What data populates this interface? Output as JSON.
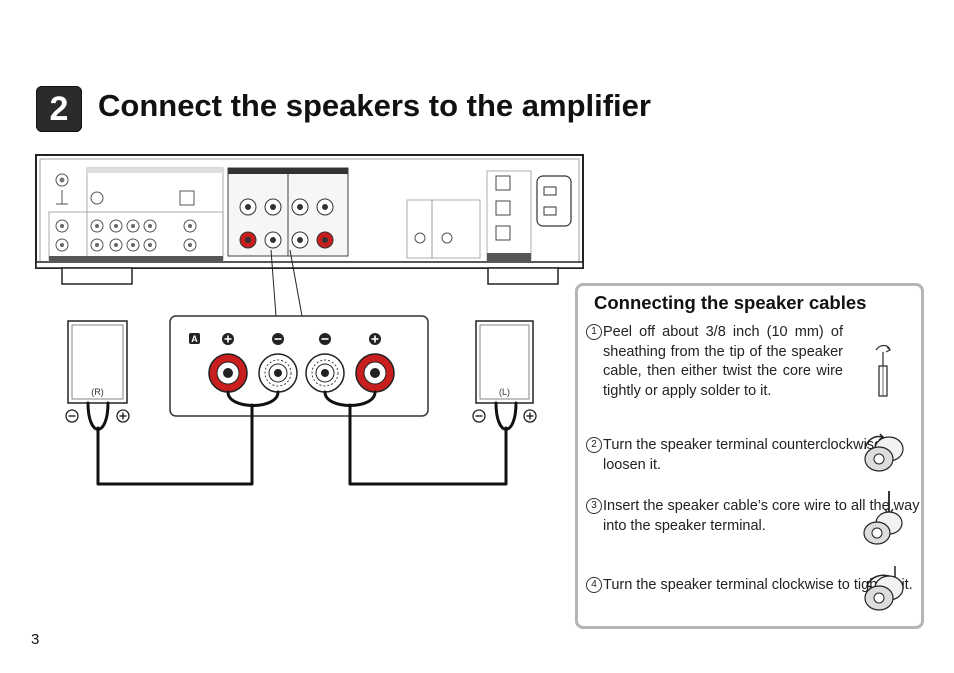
{
  "header": {
    "step_number": "2",
    "title": "Connect the speakers to the amplifier"
  },
  "diagram": {
    "speaker_right_label": "(R)",
    "speaker_left_label": "(L)",
    "terminal_group_label": "A",
    "colors": {
      "positive_terminal": "#c81e1e",
      "negative_terminal": "#ffffff",
      "cable": "#111111"
    }
  },
  "panel": {
    "title": "Connecting the speaker cables",
    "steps": [
      {
        "number": "1",
        "text": "Peel off about 3/8 inch (10 mm) of sheathing from the tip of the speaker cable, then either twist the core wire tightly or apply solder to it."
      },
      {
        "number": "2",
        "text": "Turn the speaker terminal counterclockwise to loosen it."
      },
      {
        "number": "3",
        "text": "Insert the speaker cable’s core wire to all the way into the speaker terminal."
      },
      {
        "number": "4",
        "text": "Turn the speaker terminal clockwise to tighten it."
      }
    ]
  },
  "footer": {
    "page_number": "3"
  }
}
